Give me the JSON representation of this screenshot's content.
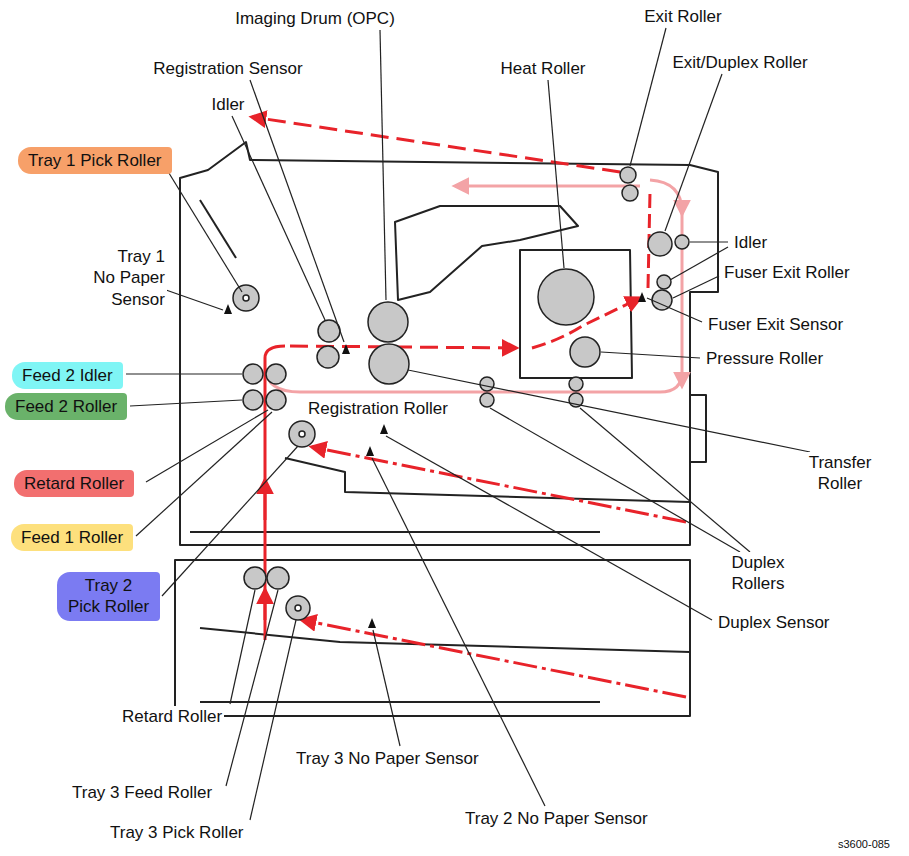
{
  "diagram": {
    "nodes": [
      {
        "text": [
          "Tray 1 Pick Roller"
        ]
      },
      {
        "text": [
          "Feed 2 Idler"
        ]
      },
      {
        "text": [
          "Feed 2 Roller"
        ]
      },
      {
        "text": [
          "Retard Roller"
        ]
      },
      {
        "text": [
          "Feed 1 Roller"
        ]
      },
      {
        "text": [
          "Tray 2 Pick Roller"
        ]
      }
    ],
    "labels": [
      "Imaging Drum (OPC)",
      "Exit Roller",
      "Registration Sensor",
      "Heat Roller",
      "Exit/Duplex Roller",
      "Idler",
      "Idler",
      "Tray 1 No Paper Sensor",
      "Fuser Exit Roller",
      "Fuser Exit Sensor",
      "Pressure Roller",
      "Registration Roller",
      "Transfer Roller",
      "Duplex Rollers",
      "Duplex Sensor",
      "Retard Roller",
      "Tray 3 No Paper Sensor",
      "Tray 3 Feed Roller",
      "Tray 2 No Paper Sensor",
      "Tray 3 Pick Roller",
      "s3600-085"
    ]
  }
}
